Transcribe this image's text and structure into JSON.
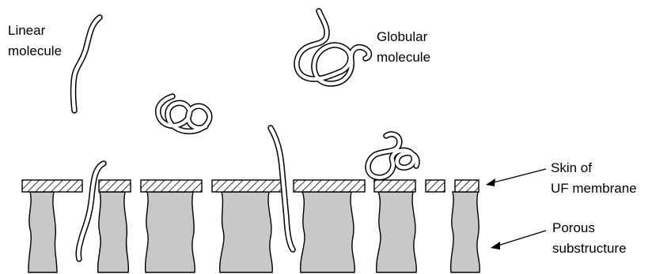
{
  "diagram": {
    "labels": {
      "linear_molecule": [
        "Linear",
        "molecule"
      ],
      "globular_molecule": [
        "Globular",
        "molecule"
      ],
      "skin": [
        "Skin of",
        "UF membrane"
      ],
      "substructure": [
        "Porous",
        "substructure"
      ]
    },
    "colors": {
      "ink": "#000000",
      "pore_fill": "#c8c8c8",
      "background": "#ffffff"
    }
  }
}
